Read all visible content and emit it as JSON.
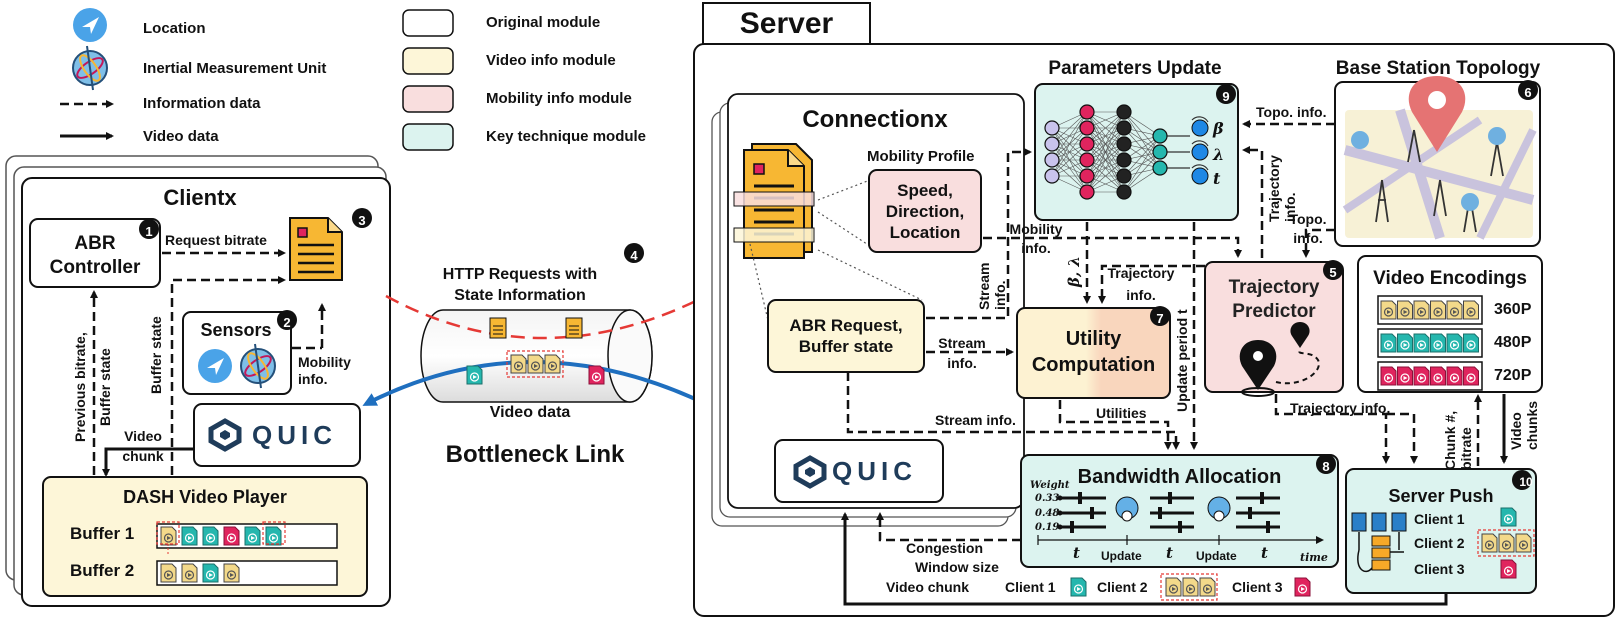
{
  "legend": {
    "location": "Location",
    "imu": "Inertial Measurement Unit",
    "info_data": "Information data",
    "video_data": "Video data",
    "original": "Original module",
    "video_info": "Video info module",
    "mobility_info": "Mobility info module",
    "key_tech": "Key technique module"
  },
  "colors": {
    "video_info": "#fdf6d8",
    "mobility_info": "#f9dede",
    "key_tech": "#dcf3ef",
    "utility_left": "#fdf2d2",
    "utility_right": "#f9d6bd",
    "doc_orange": "#f7b733",
    "chunk_yellow": "#f3d98a",
    "chunk_teal": "#25b7ae",
    "chunk_red": "#e0245e",
    "quic_blue": "#1f3c5a",
    "arrow_blue": "#1f6fbf",
    "red_dash": "#e53935"
  },
  "client": {
    "title": "Clientx",
    "abr": "ABR Controller",
    "request_bitrate": "Request bitrate",
    "sensors": "Sensors",
    "mobility_info": "Mobility info.",
    "buffer_state": "Buffer state",
    "prev_bitrate": "Previous bitrate,",
    "prev_buffer": "Buffer state",
    "video_chunk": "Video chunk",
    "quic": "QUIC",
    "player": "DASH Video Player",
    "buffer1": "Buffer 1",
    "buffer2": "Buffer 2",
    "num_abr": "1",
    "num_sensors": "2",
    "num_doc": "3"
  },
  "link": {
    "http": "HTTP Requests with State Information",
    "video_data": "Video data",
    "bottleneck": "Bottleneck Link",
    "num": "4"
  },
  "server": {
    "title": "Server",
    "connection_title": "Connectionx",
    "mobility_profile": "Mobility Profile",
    "profile_box": "Speed, Direction, Location",
    "abr_request": "ABR Request, Buffer state",
    "quic": "QUIC",
    "params_update": "Parameters Update",
    "base_station": "Base Station Topology",
    "topo_info_1": "Topo. info.",
    "topo_info_2": "Topo. info.",
    "trajectory_info_v": "Trajectory info.",
    "mobility_info": "Mobility info.",
    "stream_info_v": "Stream info.",
    "beta_lambda": "β, λ",
    "trajectory_info_2": "Trajectory info.",
    "update_period": "Update period t",
    "trajectory_predictor": "Trajectory Predictor",
    "utility": "Utility Computation",
    "stream_info_h": "Stream info.",
    "stream_info_low": "Stream info.",
    "utilities": "Utilities",
    "video_encodings": "Video Encodings",
    "res_360": "360P",
    "res_480": "480P",
    "res_720": "720P",
    "trajectory_info_3": "Trajectory info.",
    "chunk_bitrate": "Chunk #, bitrate",
    "video_chunks": "Video chunks",
    "bandwidth": "Bandwidth Allocation",
    "weight": "Weight",
    "weights": [
      "0.33",
      "0.48",
      "0.19"
    ],
    "axis_t": "t",
    "update": "Update",
    "time": "time",
    "server_push": "Server Push",
    "client1": "Client 1",
    "client2": "Client 2",
    "client3": "Client 3",
    "congestion": "Congestion",
    "window_size": "Window size",
    "video_chunk": "Video chunk",
    "num_traj": "5",
    "num_base": "6",
    "num_util": "7",
    "num_bw": "8",
    "num_params": "9",
    "num_push": "10",
    "param_beta": "β",
    "param_lambda": "λ",
    "param_t": "t"
  }
}
